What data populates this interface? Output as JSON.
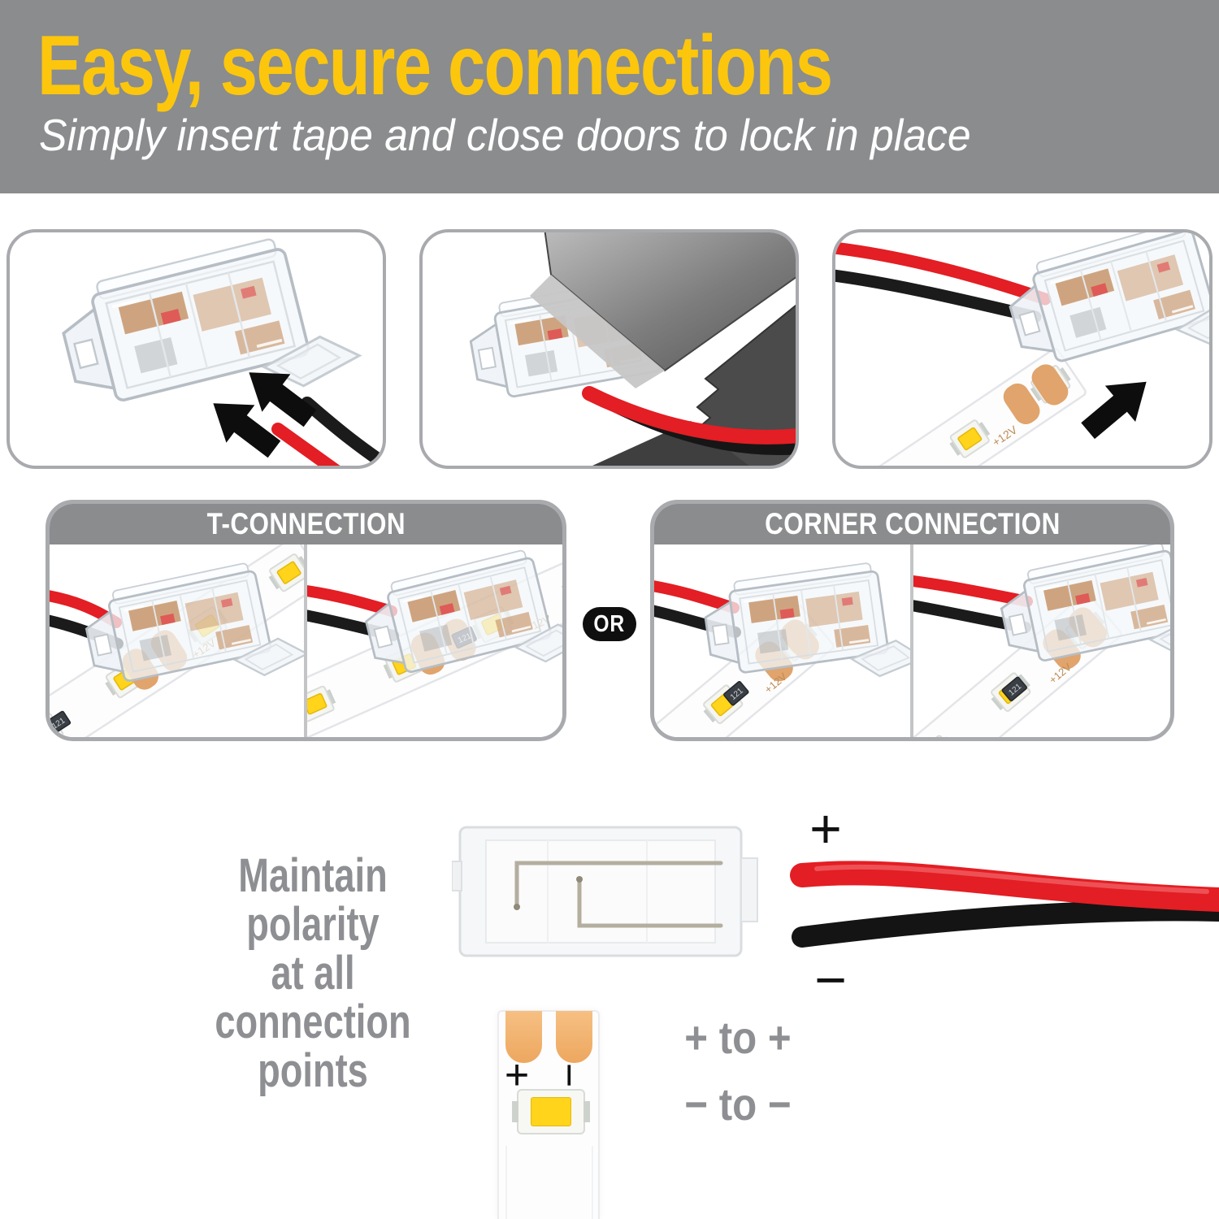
{
  "header": {
    "title": "Easy, secure connections",
    "subtitle": "Simply insert tape and close doors to lock in place"
  },
  "connections": {
    "t_label": "T-CONNECTION",
    "corner_label": "CORNER CONNECTION",
    "or_label": "OR"
  },
  "photos": {
    "strip_marking": "+12V",
    "resistor_label": "121"
  },
  "polarity": {
    "lines": [
      "Maintain",
      "polarity",
      "at all",
      "connection",
      "points"
    ],
    "wire_plus": "+",
    "wire_minus": "−",
    "strip_plus": "+",
    "strip_minus": "−",
    "plus_to_plus": "+ to +",
    "minus_to_minus": "− to −"
  },
  "colors": {
    "banner_gray": "#8a8c8e",
    "accent_yellow": "#fcc60d",
    "text_gray": "#8d8f92",
    "border_gray": "#a8aaad",
    "badge_black": "#0f0f0f",
    "wire_red": "#e31e24",
    "wire_black": "#1a1a1a",
    "copper": "#e0a46c",
    "led_yellow": "#ffd41a"
  }
}
